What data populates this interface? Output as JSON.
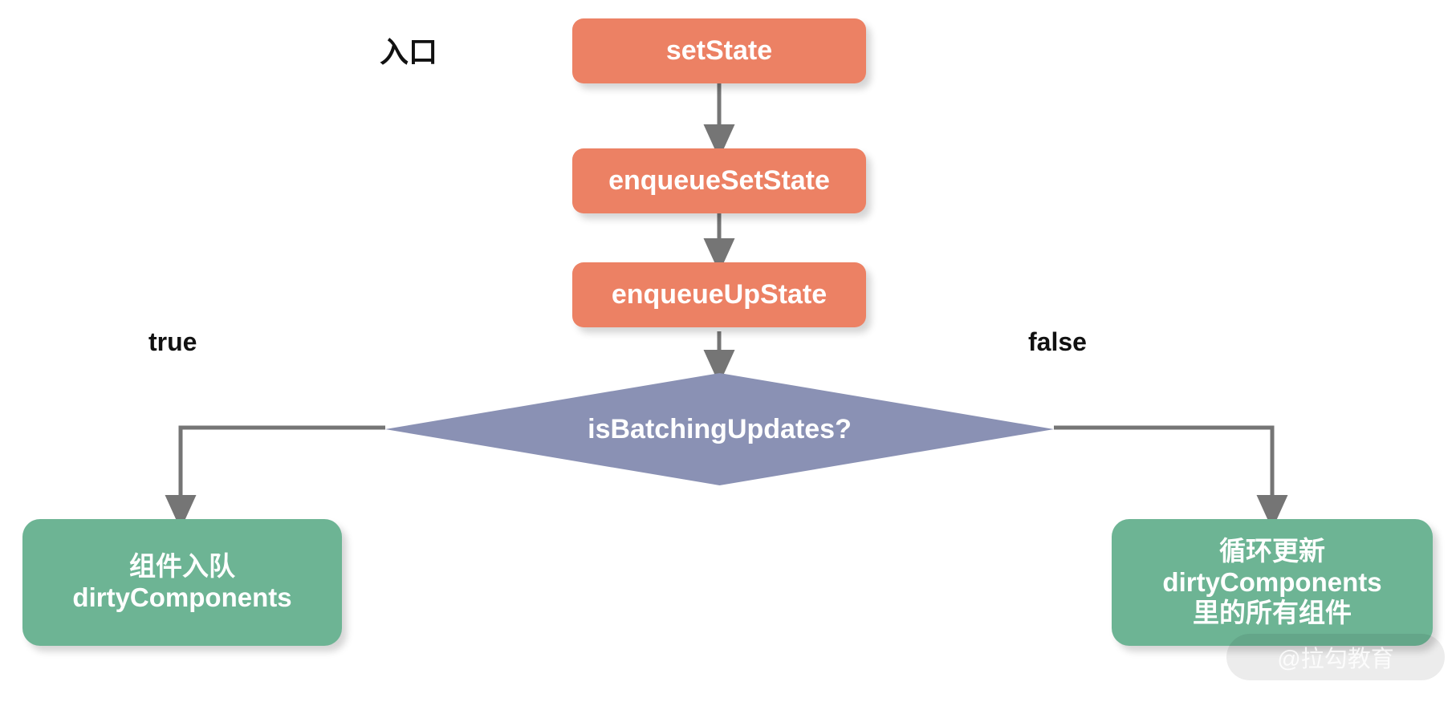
{
  "diagram": {
    "title_label": "入口",
    "nodes": {
      "setstate": "setState",
      "enqueuesetstate": "enqueueSetState",
      "enqueueupstate": "enqueueUpState",
      "decision": "isBatchingUpdates?",
      "dirty_enqueue_line1": "组件入队",
      "dirty_enqueue_line2": "dirtyComponents",
      "dirty_loop_line1": "循环更新",
      "dirty_loop_line2": "dirtyComponents",
      "dirty_loop_line3": "里的所有组件"
    },
    "edge_labels": {
      "true": "true",
      "false": "false"
    },
    "watermark": "@拉勾教育",
    "colors": {
      "process": "#ec8164",
      "decision": "#8a91b4",
      "terminal": "#6db494",
      "connector": "#757575",
      "text_on_node": "#ffffff",
      "plain_text": "#111111",
      "background": "#ffffff"
    }
  }
}
